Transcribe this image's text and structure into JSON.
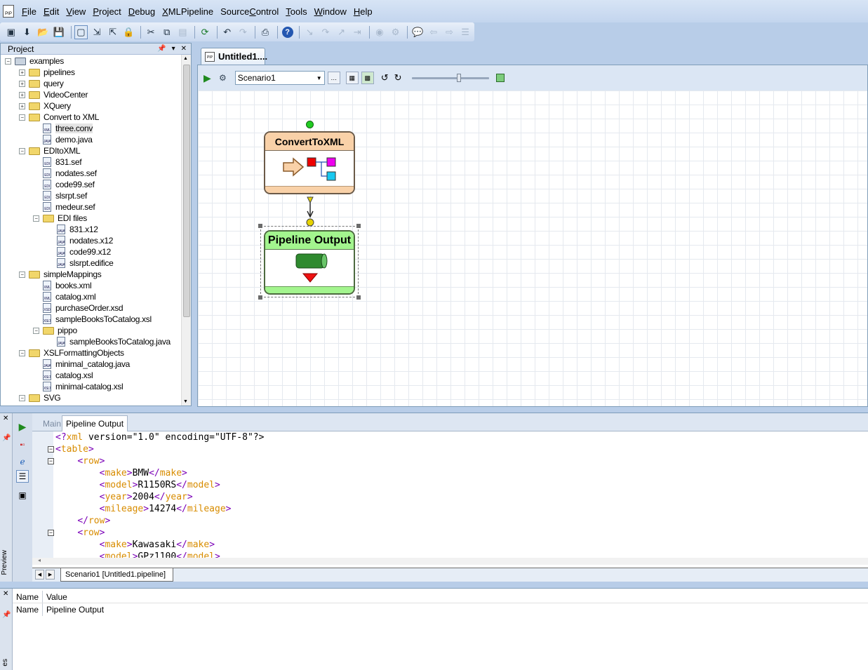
{
  "app": {
    "icon_label": "PIP"
  },
  "menu": [
    {
      "label": "File",
      "key": "F"
    },
    {
      "label": "Edit",
      "key": "E"
    },
    {
      "label": "View",
      "key": "V"
    },
    {
      "label": "Project",
      "key": "P"
    },
    {
      "label": "Debug",
      "key": "D"
    },
    {
      "label": "XMLPipeline",
      "key": "X"
    },
    {
      "label": "SourceControl",
      "key": "C"
    },
    {
      "label": "Tools",
      "key": "T"
    },
    {
      "label": "Window",
      "key": "W"
    },
    {
      "label": "Help",
      "key": "H"
    }
  ],
  "project_panel": {
    "title": "Project",
    "tree": [
      {
        "label": "examples",
        "type": "root",
        "level": 0,
        "expanded": true
      },
      {
        "label": "pipelines",
        "type": "folder",
        "level": 1,
        "expanded": false
      },
      {
        "label": "query",
        "type": "folder",
        "level": 1,
        "expanded": false
      },
      {
        "label": "VideoCenter",
        "type": "folder",
        "level": 1,
        "expanded": false
      },
      {
        "label": "XQuery",
        "type": "folder",
        "level": 1,
        "expanded": false
      },
      {
        "label": "Convert to XML",
        "type": "folder",
        "level": 1,
        "expanded": true
      },
      {
        "label": "three.conv",
        "type": "file",
        "ext": "XML",
        "level": 2,
        "selected": true
      },
      {
        "label": "demo.java",
        "type": "file",
        "ext": "JAVA",
        "level": 2
      },
      {
        "label": "EDItoXML",
        "type": "folder",
        "level": 1,
        "expanded": true
      },
      {
        "label": "831.sef",
        "type": "file",
        "ext": "EDI",
        "level": 2
      },
      {
        "label": "nodates.sef",
        "type": "file",
        "ext": "EDI",
        "level": 2
      },
      {
        "label": "code99.sef",
        "type": "file",
        "ext": "EDI",
        "level": 2
      },
      {
        "label": "slsrpt.sef",
        "type": "file",
        "ext": "EDI",
        "level": 2
      },
      {
        "label": "medeur.sef",
        "type": "file",
        "ext": "EDI",
        "level": 2
      },
      {
        "label": "EDI files",
        "type": "folder",
        "level": 2,
        "expanded": true
      },
      {
        "label": "831.x12",
        "type": "file",
        "ext": "JAVA",
        "level": 3
      },
      {
        "label": "nodates.x12",
        "type": "file",
        "ext": "JAVA",
        "level": 3
      },
      {
        "label": "code99.x12",
        "type": "file",
        "ext": "JAVA",
        "level": 3
      },
      {
        "label": "slsrpt.edifice",
        "type": "file",
        "ext": "JAVA",
        "level": 3
      },
      {
        "label": "simpleMappings",
        "type": "folder",
        "level": 1,
        "expanded": true
      },
      {
        "label": "books.xml",
        "type": "file",
        "ext": "XML",
        "level": 2
      },
      {
        "label": "catalog.xml",
        "type": "file",
        "ext": "XML",
        "level": 2
      },
      {
        "label": "purchaseOrder.xsd",
        "type": "file",
        "ext": "XSD",
        "level": 2
      },
      {
        "label": "sampleBooksToCatalog.xsl",
        "type": "file",
        "ext": "XSLT",
        "level": 2
      },
      {
        "label": "pippo",
        "type": "folder",
        "level": 2,
        "expanded": true
      },
      {
        "label": "sampleBooksToCatalog.java",
        "type": "file",
        "ext": "JAVA",
        "level": 3
      },
      {
        "label": "XSLFormattingObjects",
        "type": "folder",
        "level": 1,
        "expanded": true
      },
      {
        "label": "minimal_catalog.java",
        "type": "file",
        "ext": "JAVA",
        "level": 2
      },
      {
        "label": "catalog.xsl",
        "type": "file",
        "ext": "XSLT",
        "level": 2
      },
      {
        "label": "minimal-catalog.xsl",
        "type": "file",
        "ext": "XSLT",
        "level": 2
      },
      {
        "label": "SVG",
        "type": "folder",
        "level": 1,
        "expanded": true
      }
    ]
  },
  "editor": {
    "tab_title": "Untitled1....",
    "scenario": "Scenario1",
    "zoom_fraction": 0.62,
    "nodes": {
      "convert": {
        "title": "ConvertToXML",
        "header_color": "#f9d1a8"
      },
      "output": {
        "title": "Pipeline Output",
        "header_color": "#a3f58e"
      }
    }
  },
  "preview": {
    "side_label": "Preview",
    "tabs": [
      "Main",
      "Pipeline Output"
    ],
    "active_tab": "Pipeline Output",
    "code_lines": [
      {
        "indent": 0,
        "fold": false,
        "parts": [
          [
            "br",
            "<?"
          ],
          [
            "tg",
            "xml"
          ],
          [
            "tx",
            " version=\"1.0\" encoding=\"UTF-8\"?>"
          ]
        ]
      },
      {
        "indent": 0,
        "fold": true,
        "parts": [
          [
            "br",
            "<"
          ],
          [
            "tg",
            "table"
          ],
          [
            "br",
            ">"
          ]
        ]
      },
      {
        "indent": 1,
        "fold": true,
        "parts": [
          [
            "br",
            "<"
          ],
          [
            "tg",
            "row"
          ],
          [
            "br",
            ">"
          ]
        ]
      },
      {
        "indent": 2,
        "fold": false,
        "parts": [
          [
            "br",
            "<"
          ],
          [
            "tg",
            "make"
          ],
          [
            "br",
            ">"
          ],
          [
            "tx",
            "BMW"
          ],
          [
            "br",
            "</"
          ],
          [
            "tg",
            "make"
          ],
          [
            "br",
            ">"
          ]
        ]
      },
      {
        "indent": 2,
        "fold": false,
        "parts": [
          [
            "br",
            "<"
          ],
          [
            "tg",
            "model"
          ],
          [
            "br",
            ">"
          ],
          [
            "tx",
            "R1150RS"
          ],
          [
            "br",
            "</"
          ],
          [
            "tg",
            "model"
          ],
          [
            "br",
            ">"
          ]
        ]
      },
      {
        "indent": 2,
        "fold": false,
        "parts": [
          [
            "br",
            "<"
          ],
          [
            "tg",
            "year"
          ],
          [
            "br",
            ">"
          ],
          [
            "tx",
            "2004"
          ],
          [
            "br",
            "</"
          ],
          [
            "tg",
            "year"
          ],
          [
            "br",
            ">"
          ]
        ]
      },
      {
        "indent": 2,
        "fold": false,
        "parts": [
          [
            "br",
            "<"
          ],
          [
            "tg",
            "mileage"
          ],
          [
            "br",
            ">"
          ],
          [
            "tx",
            "14274"
          ],
          [
            "br",
            "</"
          ],
          [
            "tg",
            "mileage"
          ],
          [
            "br",
            ">"
          ]
        ]
      },
      {
        "indent": 1,
        "fold": false,
        "parts": [
          [
            "br",
            "</"
          ],
          [
            "tg",
            "row"
          ],
          [
            "br",
            ">"
          ]
        ]
      },
      {
        "indent": 1,
        "fold": true,
        "parts": [
          [
            "br",
            "<"
          ],
          [
            "tg",
            "row"
          ],
          [
            "br",
            ">"
          ]
        ]
      },
      {
        "indent": 2,
        "fold": false,
        "parts": [
          [
            "br",
            "<"
          ],
          [
            "tg",
            "make"
          ],
          [
            "br",
            ">"
          ],
          [
            "tx",
            "Kawasaki"
          ],
          [
            "br",
            "</"
          ],
          [
            "tg",
            "make"
          ],
          [
            "br",
            ">"
          ]
        ]
      },
      {
        "indent": 2,
        "fold": false,
        "parts": [
          [
            "br",
            "<"
          ],
          [
            "tg",
            "model"
          ],
          [
            "br",
            ">"
          ],
          [
            "tx",
            "GPz1100"
          ],
          [
            "br",
            "</"
          ],
          [
            "tg",
            "model"
          ],
          [
            "br",
            ">"
          ]
        ]
      }
    ],
    "bottom_tab": "Scenario1 [Untitled1.pipeline]"
  },
  "properties": {
    "side_label": "es",
    "columns": [
      "Name",
      "Value"
    ],
    "rows": [
      {
        "name": "Name",
        "value": "Pipeline Output"
      }
    ]
  },
  "colors": {
    "accent": "#b8cde8",
    "play_green": "#1f8a1f"
  }
}
